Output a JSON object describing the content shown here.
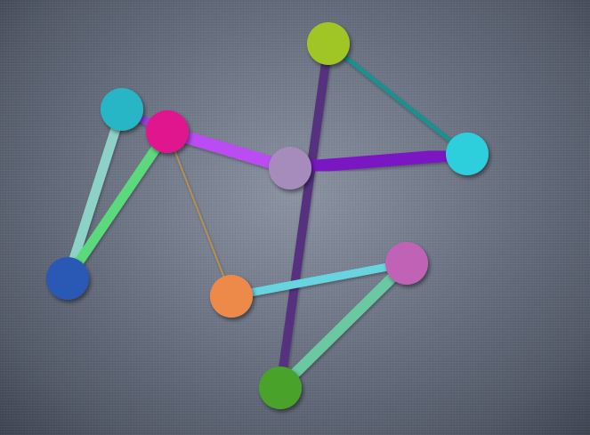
{
  "game": {
    "nodes": [
      {
        "id": "n-lime",
        "color": "#a0c625"
      },
      {
        "id": "n-teal",
        "color": "#25b6c5"
      },
      {
        "id": "n-magenta",
        "color": "#e0158f"
      },
      {
        "id": "n-lavender",
        "color": "#a58cbd"
      },
      {
        "id": "n-cyan",
        "color": "#2ecfdd"
      },
      {
        "id": "n-blue",
        "color": "#2a58b5"
      },
      {
        "id": "n-orange",
        "color": "#ee8a4a"
      },
      {
        "id": "n-pink",
        "color": "#c063b6"
      },
      {
        "id": "n-green",
        "color": "#4aa22a"
      }
    ],
    "edges": [
      {
        "from": "n-lime",
        "to": "n-green",
        "color": "#57307e"
      },
      {
        "from": "n-lime",
        "to": "n-cyan",
        "color": "#1b8f8f"
      },
      {
        "from": "n-lavender",
        "to": "n-cyan",
        "color": "#7a18c2"
      },
      {
        "from": "n-magenta",
        "to": "n-lavender",
        "color": "#bb4cf2"
      },
      {
        "from": "n-teal",
        "to": "n-magenta",
        "color": "#9e3ee0"
      },
      {
        "from": "n-teal",
        "to": "n-blue",
        "color": "#8ed2c7"
      },
      {
        "from": "n-magenta",
        "to": "n-blue",
        "color": "#5bd97d"
      },
      {
        "from": "n-magenta",
        "to": "n-orange",
        "color": "#b48f52"
      },
      {
        "from": "n-orange",
        "to": "n-pink",
        "color": "#68d4df"
      },
      {
        "from": "n-pink",
        "to": "n-green",
        "color": "#6bc8a2"
      }
    ]
  }
}
